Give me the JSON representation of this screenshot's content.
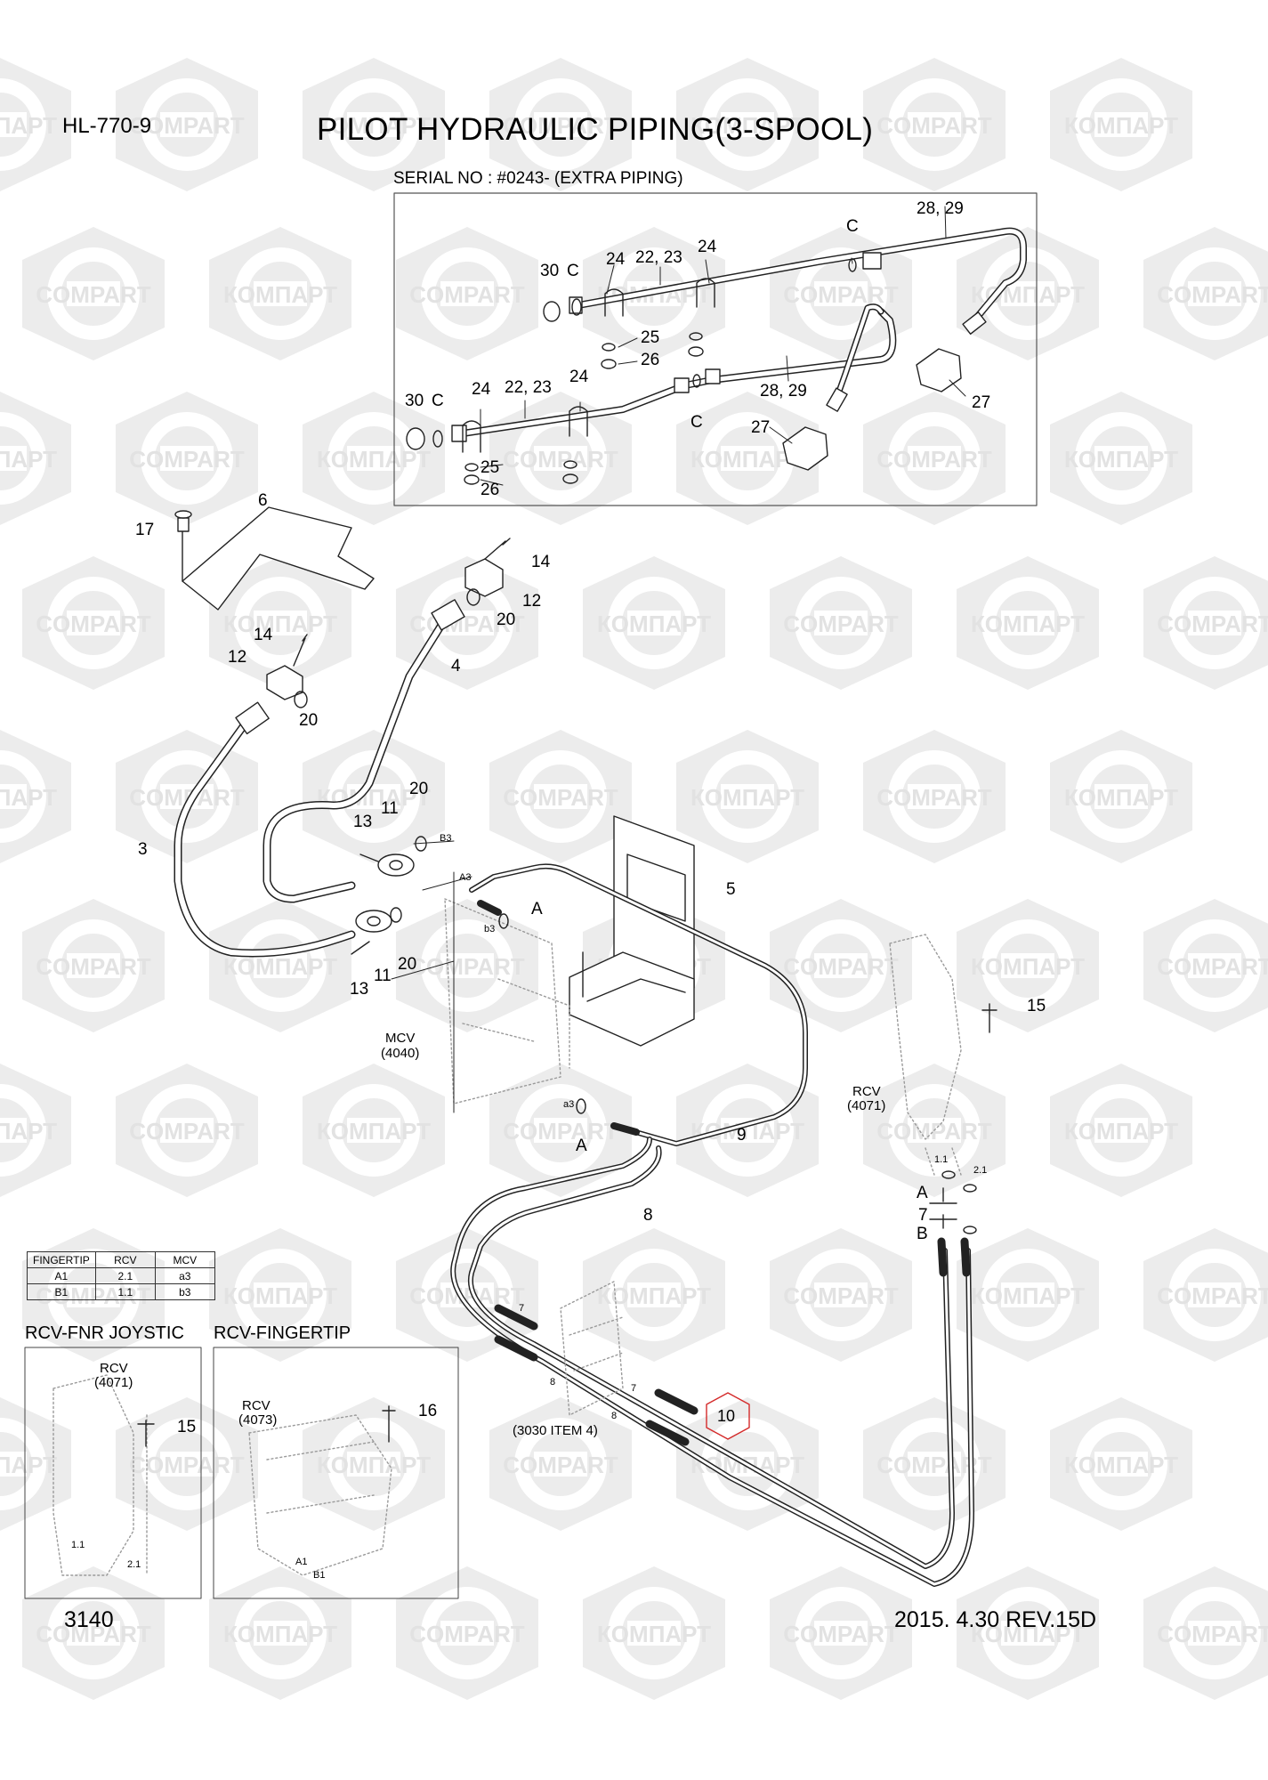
{
  "header": {
    "model": "HL-770-9",
    "title": "PILOT HYDRAULIC PIPING(3-SPOOL)",
    "serial_note": "SERIAL NO : #0243- (EXTRA PIPING)"
  },
  "footer": {
    "doc_number": "3140",
    "revision": "2015. 4.30  REV.15D"
  },
  "watermark": {
    "text_latin": "COMPART",
    "text_cyrillic": "КОМПАРТ"
  },
  "callouts": {
    "c3": "3",
    "c4": "4",
    "c5": "5",
    "c6": "6",
    "c7": "7",
    "c8": "8",
    "c9": "9",
    "c10": "10",
    "c11": "11",
    "c12": "12",
    "c13": "13",
    "c14": "14",
    "c15": "15",
    "c16": "16",
    "c17": "17",
    "c20": "20",
    "c22_23": "22, 23",
    "c24": "24",
    "c25": "25",
    "c26": "26",
    "c27": "27",
    "c28_29": "28, 29",
    "c30": "30",
    "cC": "C",
    "cA": "A",
    "cB": "B"
  },
  "port_labels": {
    "b3": "b3",
    "a3": "a3",
    "A3": "A3",
    "B3": "B3",
    "p1_1": "1.1",
    "p2_1": "2.1",
    "p7": "7",
    "p8": "8",
    "A1": "A1",
    "B1": "B1"
  },
  "components": {
    "mcv_line1": "MCV",
    "mcv_line2": "(4040)",
    "rcv_line1": "RCV",
    "rcv_4071": "(4071)",
    "rcv_4073": "(4073)",
    "item_3030": "(3030 ITEM 4)"
  },
  "sections": {
    "fnr": "RCV-FNR JOYSTIC",
    "fingertip": "RCV-FINGERTIP"
  },
  "port_table": {
    "headers": [
      "FINGERTIP",
      "RCV",
      "MCV"
    ],
    "rows": [
      [
        "A1",
        "2.1",
        "a3"
      ],
      [
        "B1",
        "1.1",
        "b3"
      ]
    ]
  },
  "colors": {
    "line": "#222222",
    "dotted": "#9a9a9a",
    "watermark": "#e2e2e2",
    "highlight": "#d42a2a"
  }
}
